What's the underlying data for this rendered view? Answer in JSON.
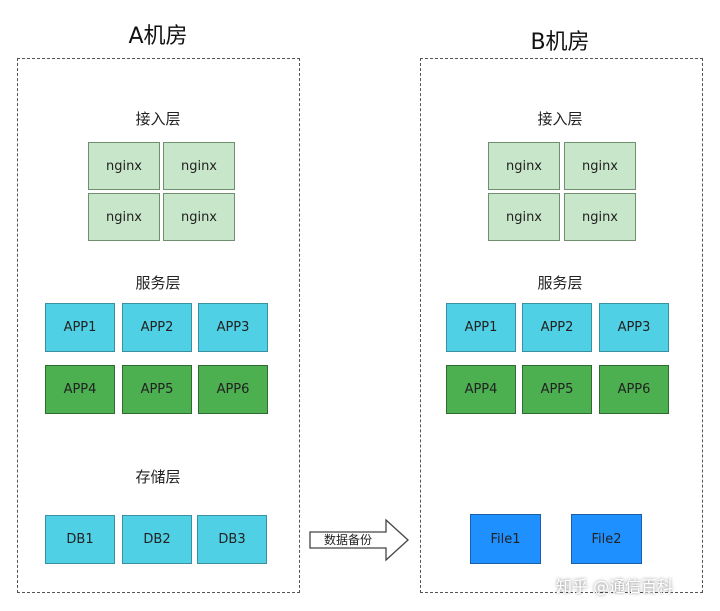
{
  "roomA": {
    "title": "A机房",
    "access_label": "接入层",
    "service_label": "服务层",
    "storage_label": "存储层",
    "nginx": [
      "nginx",
      "nginx",
      "nginx",
      "nginx"
    ],
    "apps_row1": [
      "APP1",
      "APP2",
      "APP3"
    ],
    "apps_row2": [
      "APP4",
      "APP5",
      "APP6"
    ],
    "dbs": [
      "DB1",
      "DB2",
      "DB3"
    ]
  },
  "roomB": {
    "title": "B机房",
    "access_label": "接入层",
    "service_label": "服务层",
    "nginx": [
      "nginx",
      "nginx",
      "nginx",
      "nginx"
    ],
    "apps_row1": [
      "APP1",
      "APP2",
      "APP3"
    ],
    "apps_row2": [
      "APP4",
      "APP5",
      "APP6"
    ],
    "files": [
      "File1",
      "File2"
    ]
  },
  "arrow_label": "数据备份",
  "watermark": "知乎 @通信百科",
  "colors": {
    "nginx_fill": "#c8e6c9",
    "app_blue": "#4fd0e4",
    "app_green": "#4caf50",
    "file_fill": "#1e90ff"
  }
}
